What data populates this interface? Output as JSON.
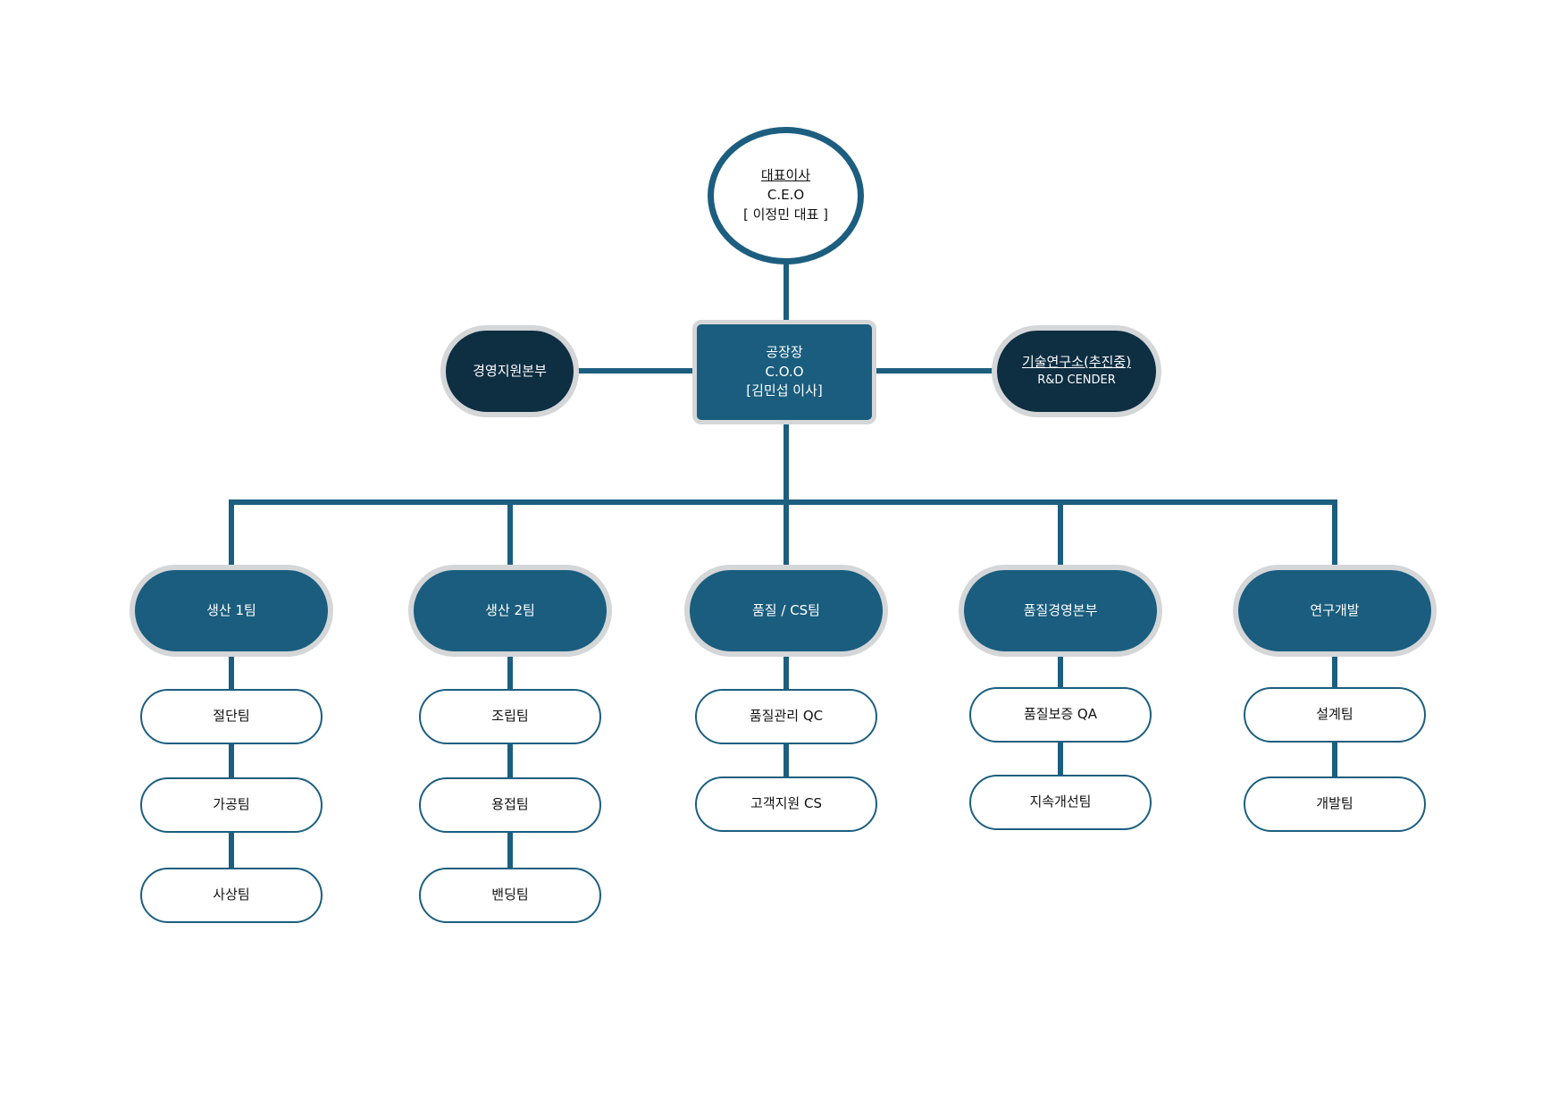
{
  "ceo": {
    "title": "대표이사",
    "role": "C.E.O",
    "name": "[ 이정민 대표 ]"
  },
  "coo": {
    "title": "공장장",
    "role": "C.O.O",
    "name": "[김민섭 이사]"
  },
  "left_unit": {
    "label": "경영지원본부"
  },
  "right_unit": {
    "label": "기술연구소(추진중)",
    "sub": "R&D CENDER"
  },
  "departments": [
    {
      "label": "생산 1팀",
      "teams": [
        "절단팀",
        "가공팀",
        "사상팀"
      ]
    },
    {
      "label": "생산 2팀",
      "teams": [
        "조립팀",
        "용접팀",
        "밴딩팀"
      ]
    },
    {
      "label": "품질 / CS팀",
      "teams": [
        "품질관리 QC",
        "고객지원 CS"
      ]
    },
    {
      "label": "품질경영본부",
      "teams": [
        "품질보증 QA",
        "지속개선팀"
      ]
    },
    {
      "label": "연구개발",
      "teams": [
        "설계팀",
        "개발팀"
      ]
    }
  ],
  "colors": {
    "primary": "#1a5d7e",
    "dark": "#0e2e42",
    "border": "#d4d6d8",
    "line": "#1c5e7f"
  }
}
